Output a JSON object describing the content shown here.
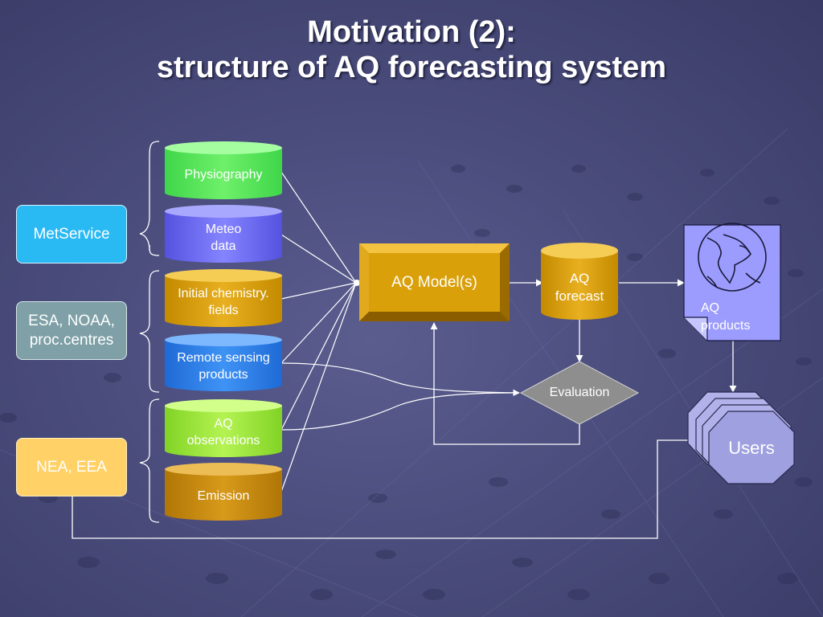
{
  "title": {
    "line1": "Motivation (2):",
    "line2": "structure of AQ forecasting system"
  },
  "providers": [
    {
      "id": "metservice",
      "label": "MetService",
      "color": "#29b9f3"
    },
    {
      "id": "esa",
      "line1": "ESA, NOAA,",
      "line2": "proc.centres",
      "color": "#7ea0a6"
    },
    {
      "id": "nea",
      "label": "NEA, EEA",
      "color": "#ffd166"
    }
  ],
  "datasets": [
    {
      "id": "physiography",
      "lines": [
        "Physiography"
      ],
      "color": "#58e85a"
    },
    {
      "id": "meteo",
      "lines": [
        "Meteo",
        "data"
      ],
      "color": "#6f6cf0"
    },
    {
      "id": "initial-chemistry",
      "lines": [
        "Initial chemistry.",
        "fields"
      ],
      "color": "#d9a00a"
    },
    {
      "id": "remote-sensing",
      "lines": [
        "Remote sensing",
        "products"
      ],
      "color": "#2b7fe8"
    },
    {
      "id": "aq-observations",
      "lines": [
        "AQ",
        "observations"
      ],
      "color": "#9ae63a"
    },
    {
      "id": "emission",
      "lines": [
        "Emission"
      ],
      "color": "#c78a0e"
    }
  ],
  "model": {
    "label": "AQ Model(s)",
    "color": "#d9a00a"
  },
  "forecast": {
    "lines": [
      "AQ",
      "forecast"
    ],
    "color": "#d9a00a"
  },
  "evaluation": {
    "label": "Evaluation",
    "color": "#8c8c8c"
  },
  "products": {
    "lines": [
      "AQ",
      "products"
    ],
    "color": "#9fa0ff"
  },
  "users": {
    "label": "Users",
    "color": "#9fa0e0"
  }
}
